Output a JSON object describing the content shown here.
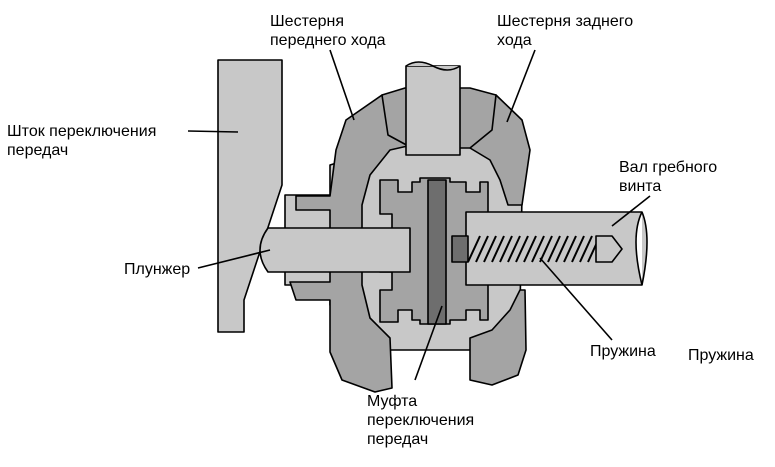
{
  "labels": {
    "forward_gear": [
      "Шестерня",
      "переднего хода"
    ],
    "reverse_gear": [
      "Шестерня заднего",
      "хода"
    ],
    "shift_rod": [
      "Шток переключения",
      "передач"
    ],
    "prop_shaft": [
      "Вал гребного",
      "винта"
    ],
    "plunger": "Плунжер",
    "spring": "Пружина",
    "spring_extra": "Пружина",
    "clutch": [
      "Муфта",
      "переключения",
      "передач"
    ]
  },
  "colors": {
    "body": "#c8c8c8",
    "gear": "#a4a4a4",
    "dark": "#6e6e6e",
    "outline": "#000000",
    "leader": "#000000"
  }
}
